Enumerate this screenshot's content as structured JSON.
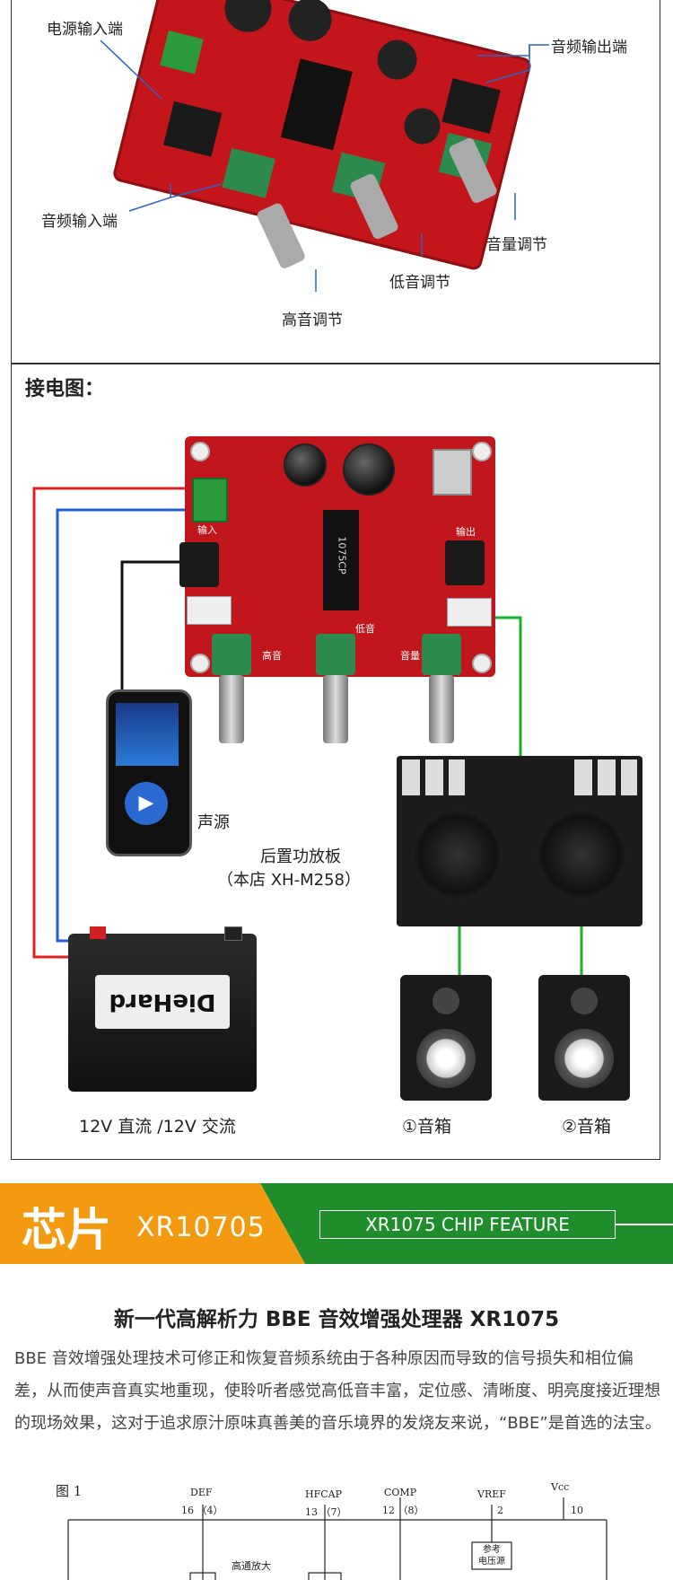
{
  "top_section": {
    "labels": {
      "power_input": "电源输入端",
      "audio_output": "音频输出端",
      "audio_input": "音频输入端",
      "volume_adjust": "音量调节",
      "bass_adjust": "低音调节",
      "treble_adjust": "高音调节"
    }
  },
  "wiring_section": {
    "title": "接电图：",
    "board_texts": {
      "input": "输入",
      "output": "输出",
      "treble": "高音",
      "bass": "低音",
      "volume": "音量",
      "chip": "1075CP"
    },
    "source_label": "声源",
    "amp_label_line1": "后置功放板",
    "amp_label_line2": "（本店 XH-M258）",
    "battery_brand": "DieHard",
    "power_label": "12V 直流 /12V 交流",
    "speaker1_label": "①音箱",
    "speaker2_label": "②音箱",
    "colors": {
      "red_wire": "#e02020",
      "blue_wire": "#1f5fd6",
      "green_wire": "#18b02a",
      "black_wire": "#111111"
    }
  },
  "chip_banner": {
    "title_cn": "芯片",
    "title_model": "XR10705",
    "feature_box": "XR1075 CHIP FEATURE",
    "colors": {
      "orange": "#f39a11",
      "green": "#1f8d2b"
    }
  },
  "description": {
    "heading": "新一代高解析力 BBE 音效增强处理器 XR1075",
    "body": "BBE 音效增强处理技术可修正和恢复音频系统由于各种原因而导致的信号损失和相位偏差，从而使声音真实地重现，使聆听者感觉高低音丰富，定位感、清晰度、明亮度接近理想的现场效果，这对于追求原汁原味真善美的音乐境界的发烧友来说，“BBE”是首选的法宝。"
  },
  "figure": {
    "label": "图 1",
    "pins": [
      {
        "name": "DEF",
        "num": "16 （4）"
      },
      {
        "name": "HFCAP",
        "num": "13 （7）"
      },
      {
        "name": "COMP",
        "num": "12 （8）"
      },
      {
        "name": "VREF",
        "num": "2"
      },
      {
        "name": "Vcc",
        "num": "10"
      }
    ],
    "block_ref": "参考\n电压源",
    "block_hf": "高通放大"
  }
}
